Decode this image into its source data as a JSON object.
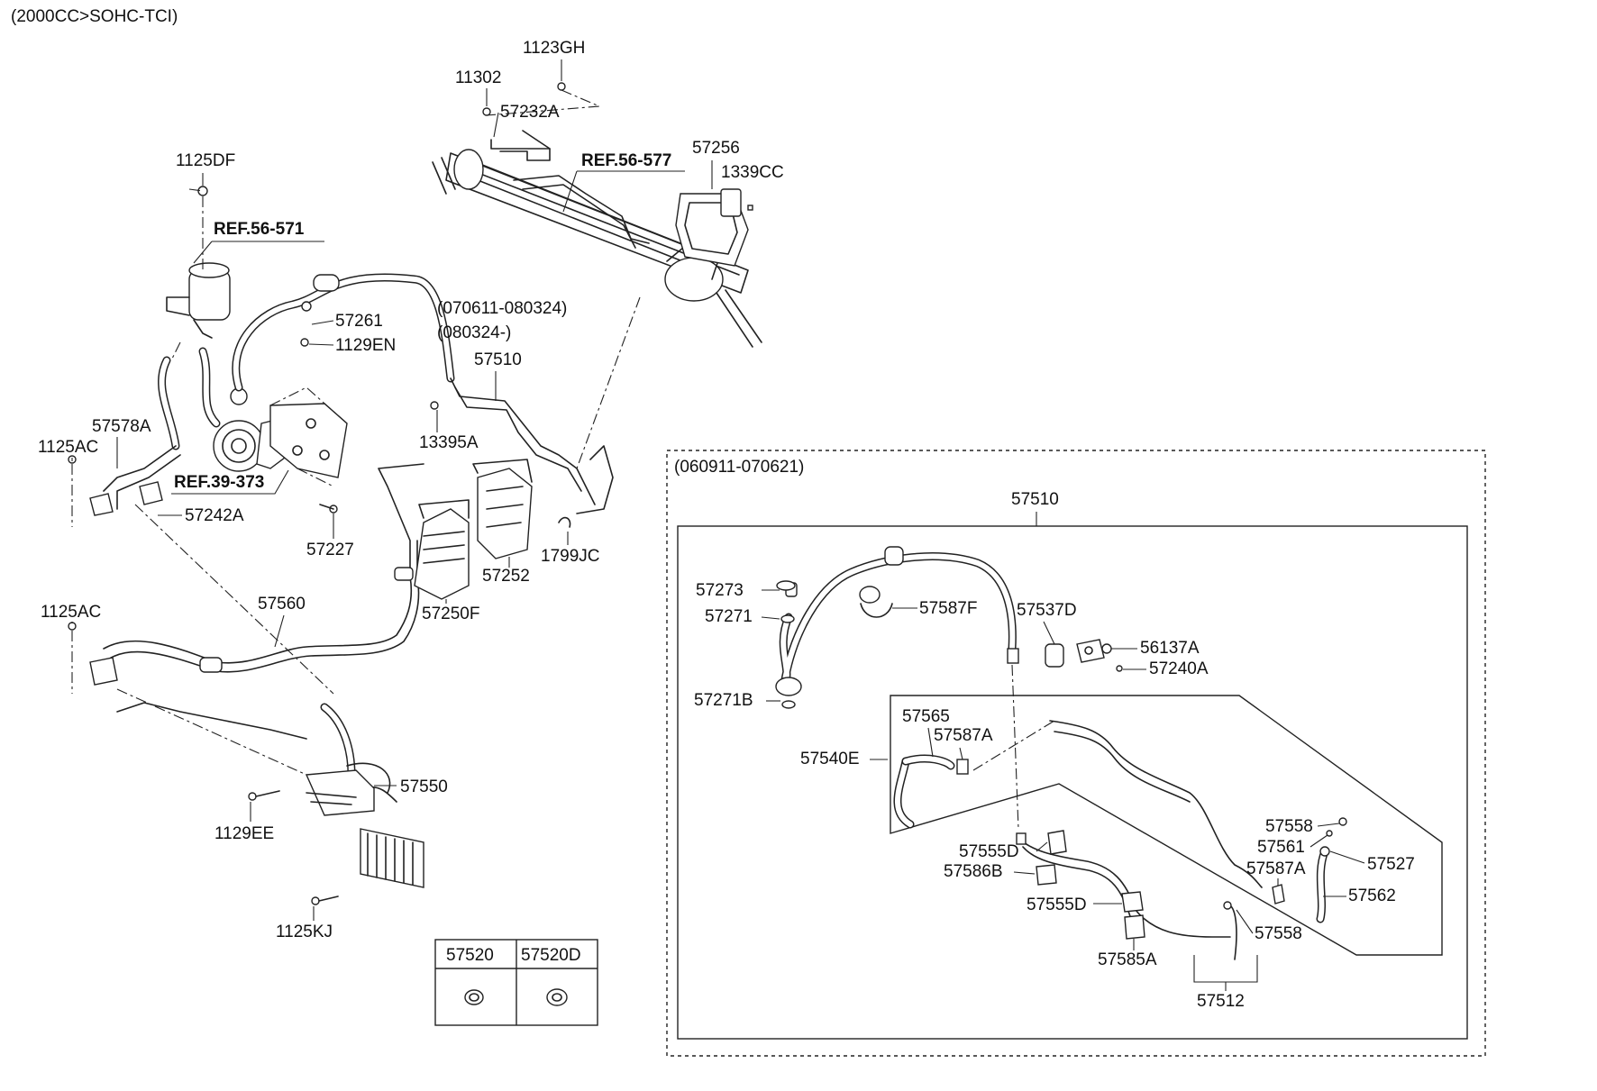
{
  "header": {
    "engine": "(2000CC>SOHC-TCI)"
  },
  "refs": {
    "r56_577": "REF.56-577",
    "r56_571": "REF.56-571",
    "r39_373": "REF.39-373"
  },
  "main_labels": {
    "p1123GH": "1123GH",
    "p11302": "11302",
    "p57232A": "57232A",
    "p57256": "57256",
    "p1339CC": "1339CC",
    "p1125DF": "1125DF",
    "p070611": "(070611-080324)",
    "p080324": "(080324-)",
    "p57261": "57261",
    "p1129EN": "1129EN",
    "p57510": "57510",
    "p57578A": "57578A",
    "p1125AC_a": "1125AC",
    "p13395A": "13395A",
    "p57242A": "57242A",
    "p57227": "57227",
    "p1799JC": "1799JC",
    "p57252": "57252",
    "p57250F": "57250F",
    "p1125AC_b": "1125AC",
    "p57560": "57560",
    "p57550": "57550",
    "p1129EE": "1129EE",
    "p1125KJ": "1125KJ"
  },
  "bush_table": {
    "headers": [
      "57520",
      "57520D"
    ]
  },
  "inset": {
    "date_range": "(060911-070621)",
    "assembly": "57510",
    "labels": {
      "p57273": "57273",
      "p57271": "57271",
      "p57587F": "57587F",
      "p57537D": "57537D",
      "p56137A": "56137A",
      "p57240A": "57240A",
      "p57271B": "57271B",
      "p57565": "57565",
      "p57587A_a": "57587A",
      "p57540E": "57540E",
      "p57558_a": "57558",
      "p57561": "57561",
      "p57587A_b": "57587A",
      "p57527": "57527",
      "p57555D_a": "57555D",
      "p57586B": "57586B",
      "p57562": "57562",
      "p57555D_b": "57555D",
      "p57558_b": "57558",
      "p57585A": "57585A",
      "p57512": "57512"
    }
  }
}
